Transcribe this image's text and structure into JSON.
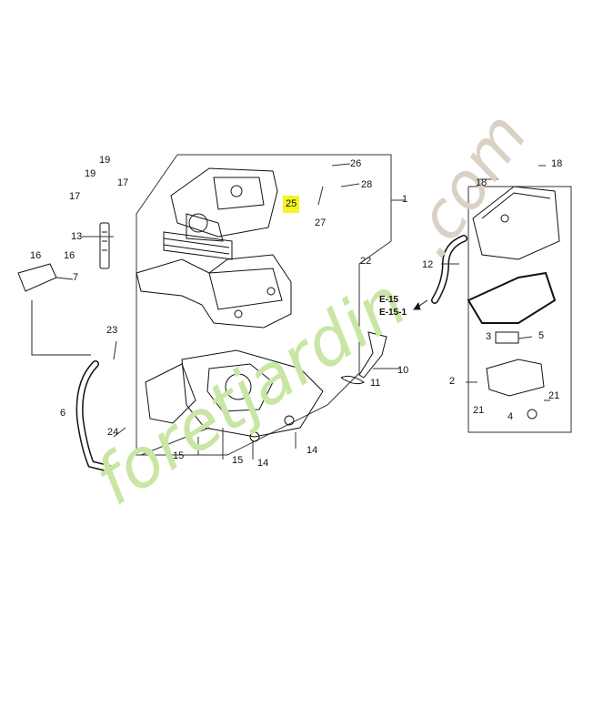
{
  "watermark": {
    "line1": "foretjardin",
    "line2": ".com",
    "color_green": "#c9e6a4",
    "color_tan": "#d9d2c4"
  },
  "highlight_color": "#f3f523",
  "callouts": {
    "p1": "1",
    "p2": "2",
    "p3": "3",
    "p4": "4",
    "p5": "5",
    "p6": "6",
    "p7": "7",
    "p10": "10",
    "p11": "11",
    "p12": "12",
    "p13": "13",
    "p14a": "14",
    "p14b": "14",
    "p15a": "15",
    "p15b": "15",
    "p16a": "16",
    "p16b": "16",
    "p17a": "17",
    "p17b": "17",
    "p18a": "18",
    "p18b": "18",
    "p19": "19",
    "p21a": "21",
    "p21b": "21",
    "p22": "22",
    "p23": "23",
    "p24": "24",
    "p25": "25",
    "p26": "26",
    "p27": "27",
    "p28": "28"
  },
  "refs": {
    "r1": "E-15",
    "r2": "E-15-1"
  }
}
